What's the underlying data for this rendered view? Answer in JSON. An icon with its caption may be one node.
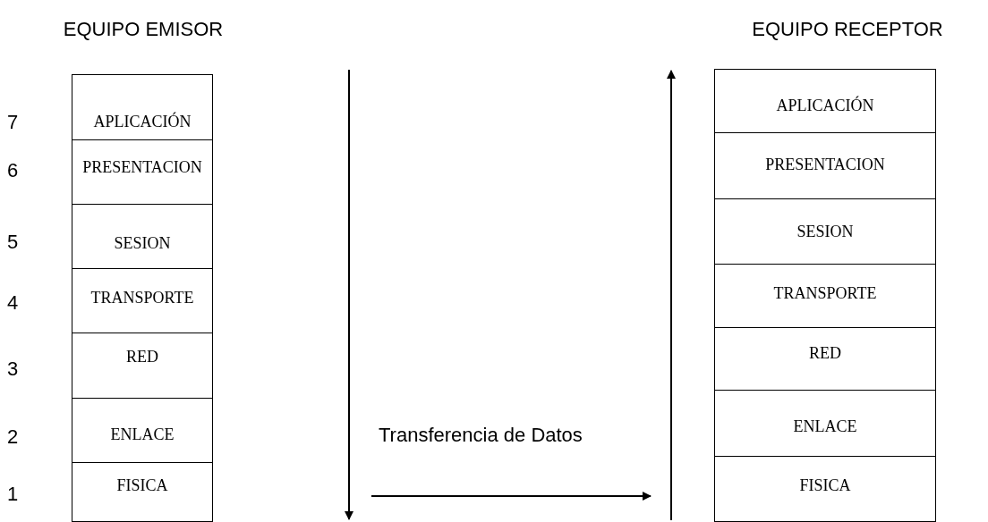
{
  "diagram": {
    "nodes": [
      {
        "text": [
          "EQUIPO EMISOR"
        ]
      },
      {
        "text": [
          "APLICACIÓN"
        ],
        "in": 0
      },
      {
        "text": [
          "PRESENTACION"
        ],
        "in": 0
      },
      {
        "text": [
          "SESION"
        ],
        "in": 0
      },
      {
        "text": [
          "TRANSPORTE"
        ],
        "in": 0
      },
      {
        "text": [
          "RED"
        ],
        "in": 0
      },
      {
        "text": [
          "ENLACE"
        ],
        "in": 0
      },
      {
        "text": [
          "FISICA"
        ],
        "in": 0
      },
      {
        "text": [
          "EQUIPO RECEPTOR"
        ]
      },
      {
        "text": [
          "APLICACIÓN"
        ],
        "in": 8
      },
      {
        "text": [
          "PRESENTACION"
        ],
        "in": 8
      },
      {
        "text": [
          "SESION"
        ],
        "in": 8
      },
      {
        "text": [
          "TRANSPORTE"
        ],
        "in": 8
      },
      {
        "text": [
          "RED"
        ],
        "in": 8
      },
      {
        "text": [
          "ENLACE"
        ],
        "in": 8
      },
      {
        "text": [
          "FISICA"
        ],
        "in": 8
      }
    ],
    "labels": [
      "7",
      "6",
      "5",
      "4",
      "3",
      "2",
      "Transferencia de Datos",
      "1"
    ]
  }
}
